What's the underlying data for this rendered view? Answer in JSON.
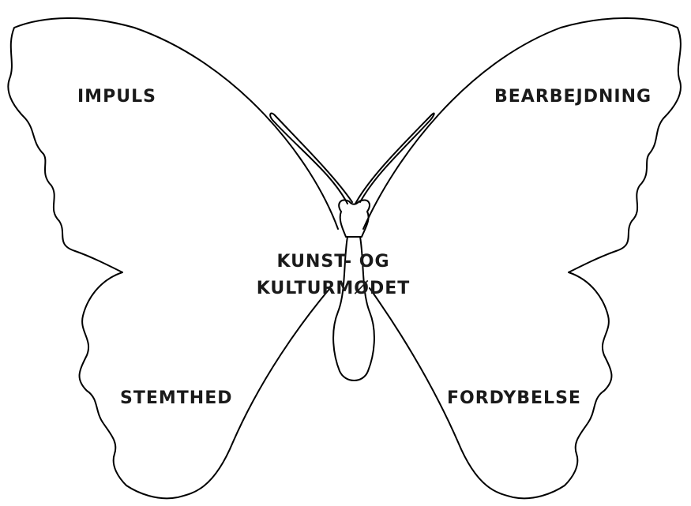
{
  "labels": {
    "top_left": "IMPULS",
    "top_right": "BEARBEJDNING",
    "bottom_left": "STEMTHED",
    "bottom_right": "FORDYBELSE",
    "center_line1": "KUNST- OG",
    "center_line2": "KULTURMØDET"
  },
  "colors": {
    "outline": "#000000",
    "text": "#1a1a1a",
    "background": "#ffffff"
  }
}
